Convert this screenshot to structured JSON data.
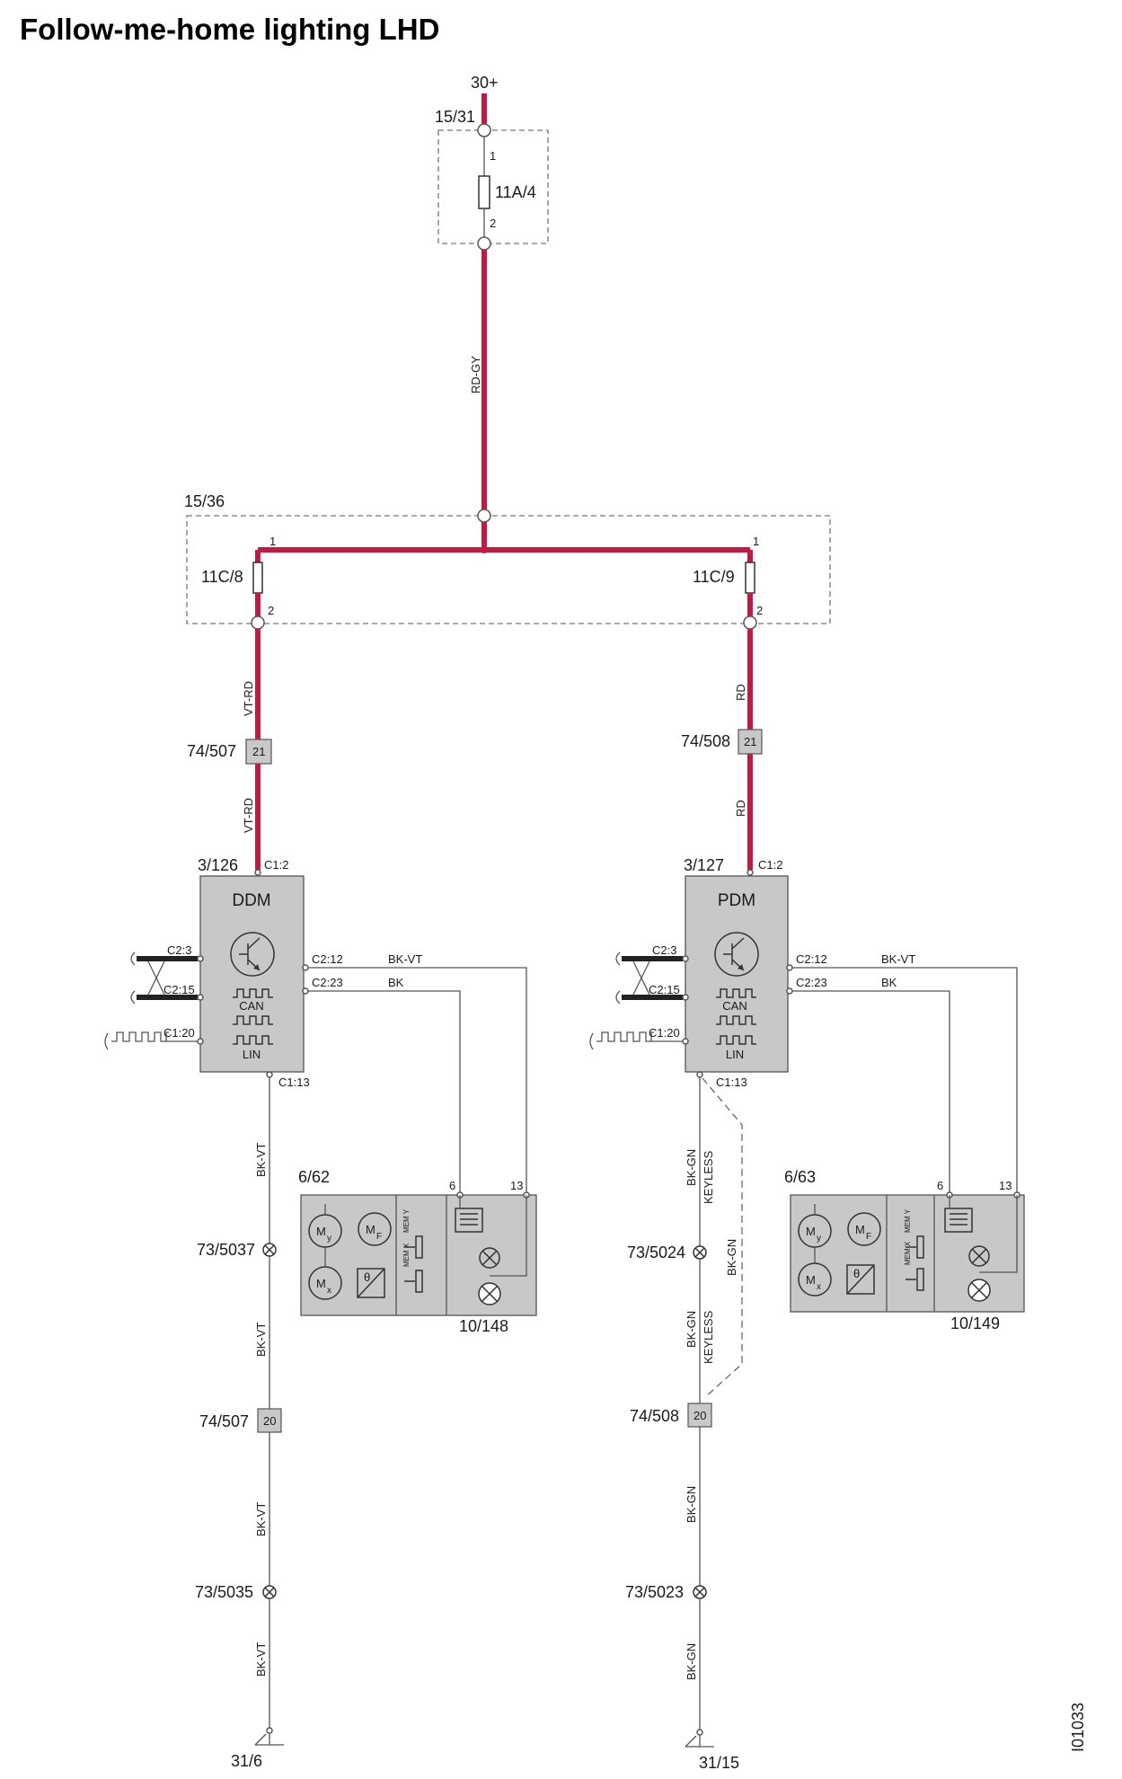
{
  "title": "Follow-me-home lighting LHD",
  "drawing_id": "I01033",
  "supply": "30+",
  "fusebox_main": {
    "id": "15/31",
    "fuse": "11A/4",
    "pin_in": "1",
    "pin_out": "2"
  },
  "wire_main": "RD-GY",
  "fusebox_branch": {
    "id": "15/36",
    "fuse_left": "11C/8",
    "fuse_right": "11C/9",
    "pin_left_in": "1",
    "pin_left_out": "2",
    "pin_right_in": "1",
    "pin_right_out": "2"
  },
  "left": {
    "wire_upper": "VT-RD",
    "wire_lower": "VT-RD",
    "connector_top": "74/507",
    "connector_top_pin": "21",
    "module_ref": "3/126",
    "module_name": "DDM",
    "module_conn_top": "C1:2",
    "can_label": "CAN",
    "lin_label": "LIN",
    "pins_left": [
      "C2:3",
      "C2:15",
      "C1:20"
    ],
    "pin_r1": "C2:12",
    "pin_r2": "C2:23",
    "wire_r1": "BK-VT",
    "wire_r2": "BK",
    "module_conn_bottom": "C1:13",
    "wire_ground_1": "BK-VT",
    "splice_1": "73/5037",
    "wire_ground_2": "BK-VT",
    "connector_bottom": "74/507",
    "connector_bottom_pin": "20",
    "wire_ground_3": "BK-VT",
    "splice_2": "73/5035",
    "wire_ground_4": "BK-VT",
    "ground": "31/6",
    "mirror_ref": "6/62",
    "mirror_pin_a": "6",
    "mirror_pin_b": "13",
    "mirror_lamp": "10/148",
    "mirror_symbols": {
      "my": "M",
      "my_sub": "y",
      "mf": "M",
      "mf_sub": "F",
      "mx": "M",
      "mx_sub": "x",
      "theta": "θ",
      "mem_y": "MEM Y",
      "mem_x": "MEM X"
    }
  },
  "right": {
    "wire_upper": "RD",
    "wire_lower": "RD",
    "connector_top": "74/508",
    "connector_top_pin": "21",
    "module_ref": "3/127",
    "module_name": "PDM",
    "module_conn_top": "C1:2",
    "can_label": "CAN",
    "lin_label": "LIN",
    "pins_left": [
      "C2:3",
      "C2:15",
      "C1:20"
    ],
    "pin_r1": "C2:12",
    "pin_r2": "C2:23",
    "wire_r1": "BK-VT",
    "wire_r2": "BK",
    "module_conn_bottom": "C1:13",
    "wire_ground_1": "BK-GN",
    "wire_keyless_1": "KEYLESS",
    "splice_1": "73/5024",
    "wire_dash": "BK-GN",
    "wire_ground_2": "BK-GN",
    "wire_keyless_2": "KEYLESS",
    "connector_bottom": "74/508",
    "connector_bottom_pin": "20",
    "wire_ground_3": "BK-GN",
    "splice_2": "73/5023",
    "wire_ground_4": "BK-GN",
    "ground": "31/15",
    "mirror_ref": "6/63",
    "mirror_pin_a": "6",
    "mirror_pin_b": "13",
    "mirror_lamp": "10/149",
    "mirror_symbols": {
      "my": "M",
      "my_sub": "y",
      "mf": "M",
      "mf_sub": "F",
      "mx": "M",
      "mx_sub": "x",
      "theta": "θ",
      "mem_y": "MEM Y",
      "mem_x": "MEM X"
    }
  },
  "colors": {
    "power_wire": "#c11b45",
    "module_fill": "#c8c8c8",
    "line": "#555555"
  }
}
